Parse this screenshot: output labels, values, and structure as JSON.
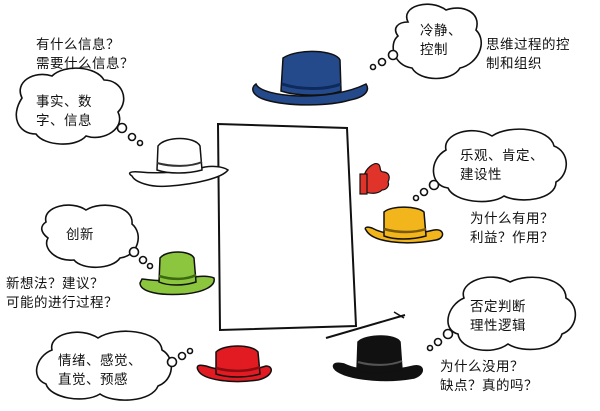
{
  "colors": {
    "outline": "#111111",
    "blue_hat": "#254a8c",
    "white_hat": "#ffffff",
    "yellow_hat": "#f2b51c",
    "green_hat": "#8cc63f",
    "red_hat": "#e21b22",
    "black_hat": "#111111",
    "thumb": "#e0342b"
  },
  "hats": {
    "blue": {
      "bubble": [
        "冷静、",
        "控制"
      ],
      "note": [
        "思维过程的控",
        "制和组织"
      ]
    },
    "white": {
      "note": [
        "有什么信息？",
        "需要什么信息？"
      ],
      "bubble": [
        "事实、数",
        "字、信息"
      ]
    },
    "yellow": {
      "bubble": [
        "乐观、肯定、",
        "建设性"
      ],
      "note": [
        "为什么有用？",
        "利益？作用？"
      ]
    },
    "green": {
      "bubble": [
        "创新"
      ],
      "note": [
        "新想法？建议？",
        "可能的进行过程？"
      ]
    },
    "black": {
      "bubble": [
        "否定判断",
        "理性逻辑"
      ],
      "note": [
        "为什么没用？",
        "缺点？真的吗？"
      ]
    },
    "red": {
      "bubble": [
        "情绪、感觉、",
        "直觉、预感"
      ]
    }
  }
}
